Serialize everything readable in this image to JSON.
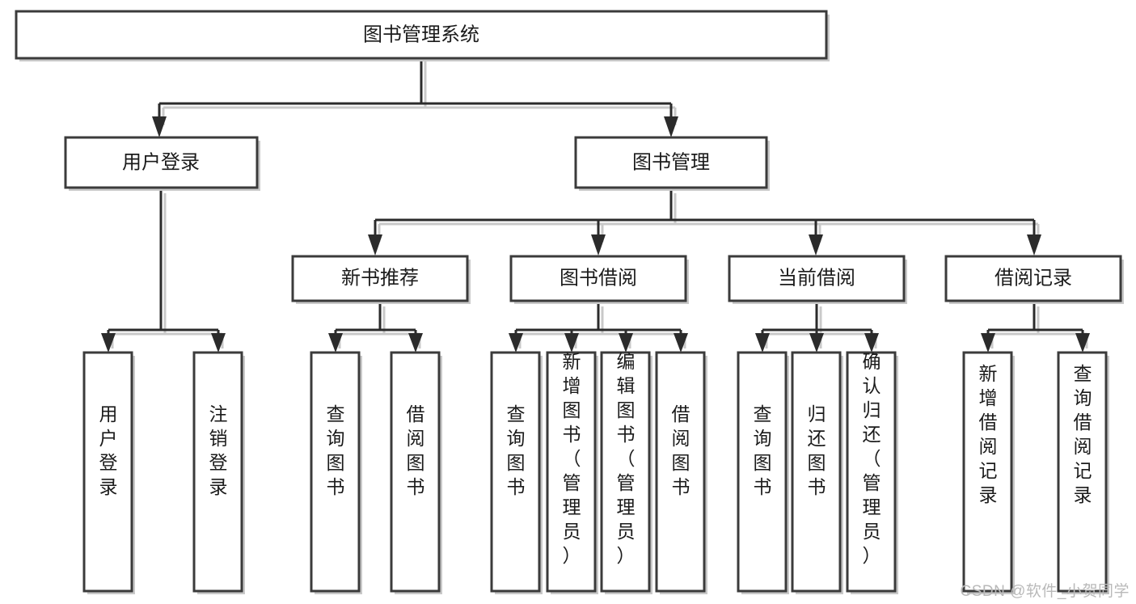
{
  "diagram": {
    "type": "tree",
    "title": "图书管理系统",
    "orientation": "top-down",
    "watermark": "CSDN @软件_小贺同学",
    "colors": {
      "box_fill": "#ffffff",
      "box_stroke": "#3b3b3b",
      "line": "#2b2b2b",
      "shadow": "#c9c9c9",
      "text": "#1b1b1b",
      "watermark": "#b9b9b9"
    },
    "nodes": {
      "root": {
        "label": "图书管理系统"
      },
      "level2": [
        {
          "label": "用户登录"
        },
        {
          "label": "图书管理"
        }
      ],
      "level3": [
        {
          "label": "新书推荐"
        },
        {
          "label": "图书借阅"
        },
        {
          "label": "当前借阅"
        },
        {
          "label": "借阅记录"
        }
      ],
      "leaves_user_login": [
        {
          "label": "用户登录"
        },
        {
          "label": "注销登录"
        }
      ],
      "leaves_new_book": [
        {
          "label": "查询图书"
        },
        {
          "label": "借阅图书"
        }
      ],
      "leaves_borrow": [
        {
          "label": "查询图书"
        },
        {
          "label": "新增图书（管理员）"
        },
        {
          "label": "编辑图书（管理员）"
        },
        {
          "label": "借阅图书"
        }
      ],
      "leaves_current": [
        {
          "label": "查询图书"
        },
        {
          "label": "归还图书"
        },
        {
          "label": "确认归还（管理员）"
        }
      ],
      "leaves_records": [
        {
          "label": "新增借阅记录"
        },
        {
          "label": "查询借阅记录"
        }
      ]
    }
  }
}
